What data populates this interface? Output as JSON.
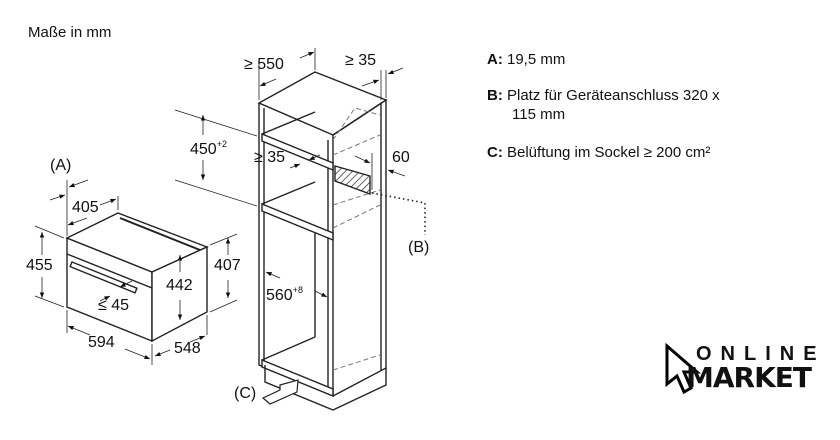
{
  "title": "Maße in mm",
  "oven": {
    "label_a": "(A)",
    "depth_a": "405",
    "height_total": "455",
    "height_front": "442",
    "height_side": "407",
    "handle": "≤ 45",
    "width": "594",
    "depth": "548"
  },
  "cabinet": {
    "depth_min": "≥ 550",
    "back_gap": "≥ 35",
    "niche_height": "450",
    "niche_height_tol": "+2",
    "shelf_gap": "≥ 35",
    "side_60": "60",
    "niche_width": "560",
    "niche_width_tol": "+8",
    "label_b": "(B)",
    "label_c": "(C)"
  },
  "legend": [
    {
      "key": "A:",
      "text": "19,5 mm"
    },
    {
      "key": "B:",
      "text": "Platz für Geräteanschluss 320 x",
      "text2": "115 mm"
    },
    {
      "key": "C:",
      "text": "Belüftung im Sockel ≥ 200 cm²"
    }
  ],
  "logo": {
    "line1": "ONLINE",
    "line2": "MARKET"
  }
}
